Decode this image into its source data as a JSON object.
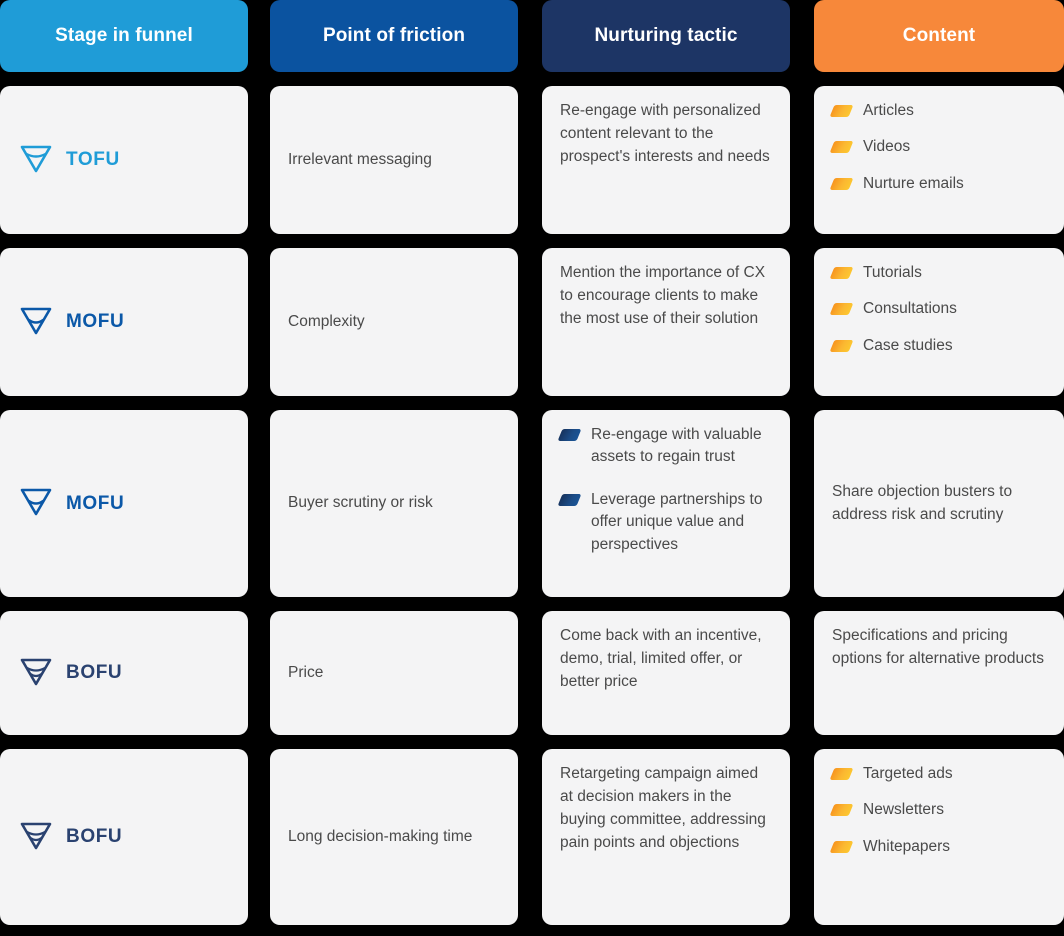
{
  "colors": {
    "background": "#000000",
    "card": "#F4F4F5",
    "text": "#4A4A4A",
    "header_tofu": "#1F9CD7",
    "header_friction": "#0B53A0",
    "header_tactic": "#1D3565",
    "header_content": "#F7883A",
    "tofu_accent": "#1F9CD7",
    "mofu_accent": "#0B58A8",
    "bofu_accent": "#2A4270",
    "bullet_orange": "#F9A228",
    "bullet_blue": "#1B4C87"
  },
  "headers": [
    {
      "label": "Stage in funnel",
      "icon": "funnel-icon"
    },
    {
      "label": "Point of friction",
      "icon": ""
    },
    {
      "label": "Nurturing tactic",
      "icon": ""
    },
    {
      "label": "Content",
      "icon": ""
    }
  ],
  "rows": [
    {
      "stage": {
        "label": "TOFU",
        "icon": "funnel-top-icon",
        "accent": "#1F9CD7"
      },
      "friction": "Irrelevant messaging",
      "tactic": {
        "kind": "text",
        "text": "Re-engage with personalized content relevant to the prospect's interests and needs"
      },
      "content": {
        "kind": "bullets",
        "items": [
          "Articles",
          "Videos",
          "Nurture emails"
        ]
      }
    },
    {
      "stage": {
        "label": "MOFU",
        "icon": "funnel-middle-icon",
        "accent": "#0B58A8"
      },
      "friction": "Complexity",
      "tactic": {
        "kind": "text",
        "text": "Mention the importance of CX to encourage clients to make the most use of their solution"
      },
      "content": {
        "kind": "bullets",
        "items": [
          "Tutorials",
          "Consultations",
          "Case studies"
        ]
      }
    },
    {
      "stage": {
        "label": "MOFU",
        "icon": "funnel-middle-icon",
        "accent": "#0B58A8"
      },
      "friction": "Buyer scrutiny or risk",
      "tactic": {
        "kind": "bullets",
        "items": [
          "Re-engage with valuable assets to regain trust",
          "Leverage  partnerships to offer unique value and perspectives"
        ]
      },
      "content": {
        "kind": "text",
        "text": "Share objection busters to address risk and scrutiny"
      }
    },
    {
      "stage": {
        "label": "BOFU",
        "icon": "funnel-bottom-icon",
        "accent": "#2A4270"
      },
      "friction": "Price",
      "tactic": {
        "kind": "text",
        "text": "Come back with an incentive, demo, trial, limited offer, or better price"
      },
      "content": {
        "kind": "text",
        "text": "Specifications and pricing options for alternative products"
      }
    },
    {
      "stage": {
        "label": "BOFU",
        "icon": "funnel-bottom-icon",
        "accent": "#2A4270"
      },
      "friction": "Long decision-making time",
      "tactic": {
        "kind": "text",
        "text": "Retargeting campaign aimed at decision makers in the buying committee, addressing pain points and objections"
      },
      "content": {
        "kind": "bullets",
        "items": [
          "Targeted ads",
          "Newsletters",
          "Whitepapers"
        ]
      }
    }
  ]
}
